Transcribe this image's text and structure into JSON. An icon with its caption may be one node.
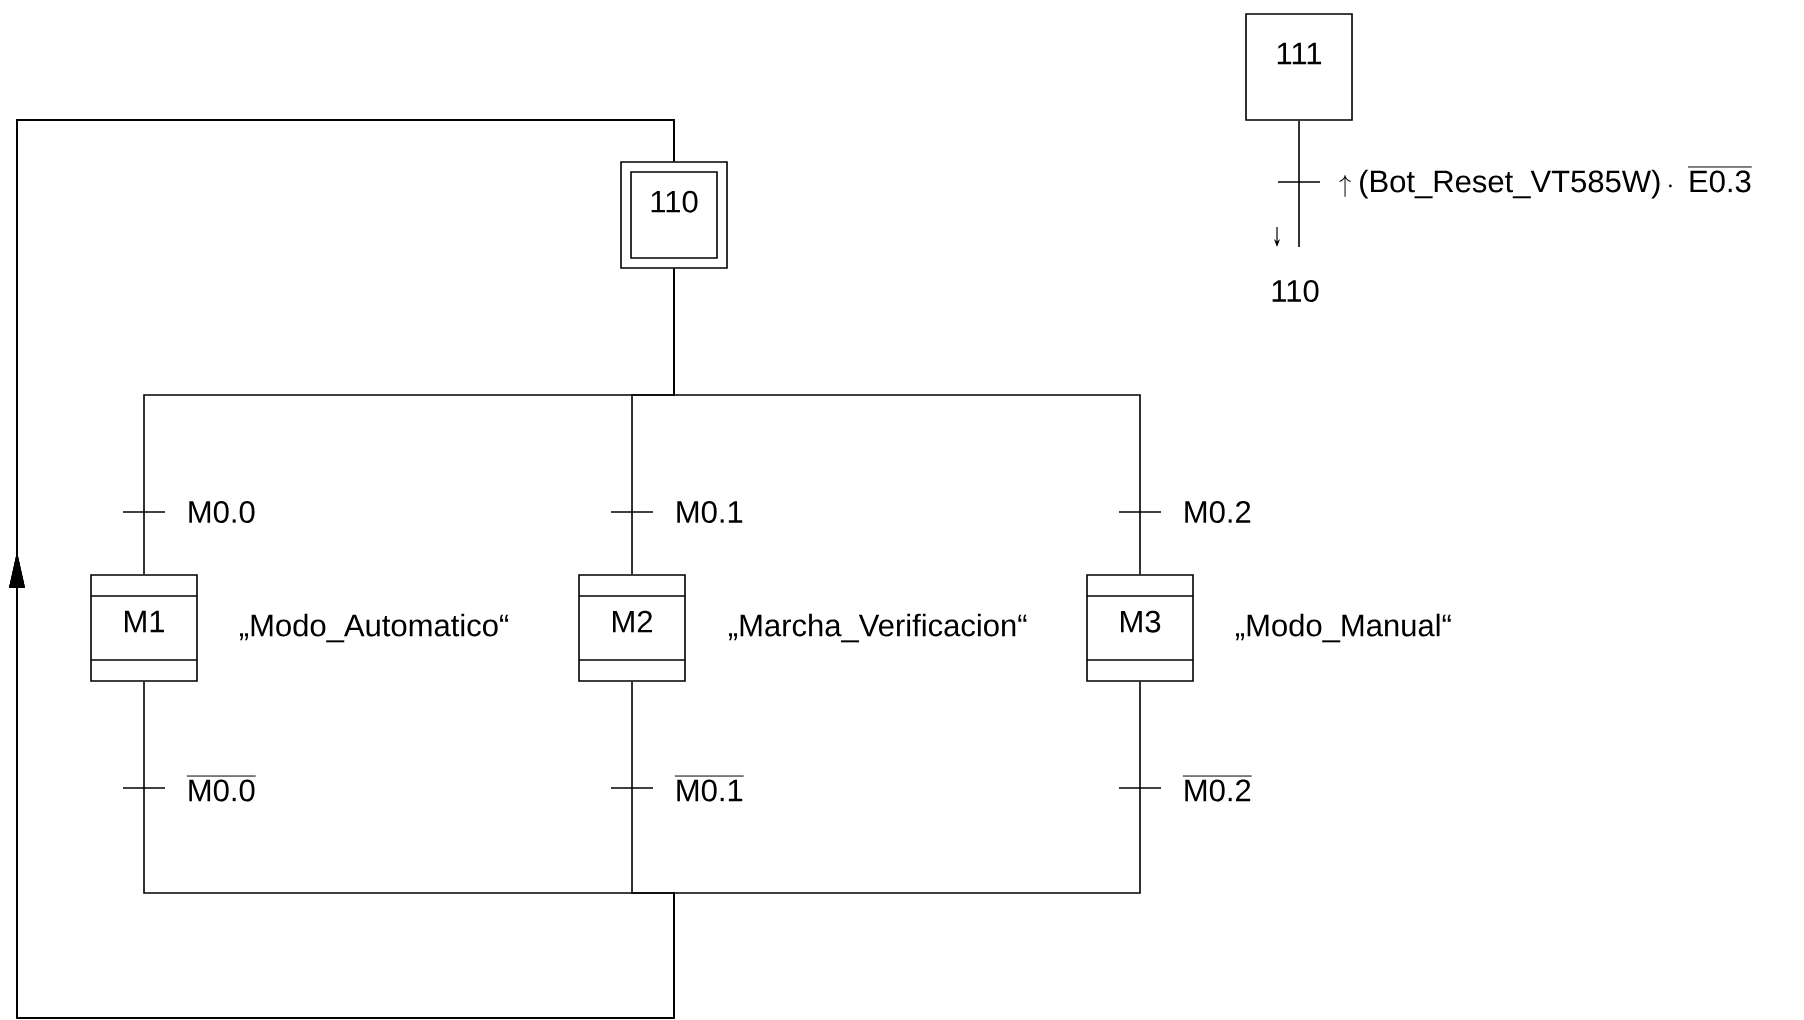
{
  "diagram": {
    "nodes": [
      {
        "text": [
          "110"
        ]
      },
      {
        "text": [
          "111"
        ]
      },
      {
        "text": [
          "M1"
        ],
        "beside": [
          "„Modo_Automatico“"
        ]
      },
      {
        "text": [
          "M2"
        ],
        "beside": [
          "„Marcha_Verificacion“"
        ]
      },
      {
        "text": [
          "M3"
        ],
        "beside": [
          "„Modo_Manual“"
        ]
      }
    ],
    "edges": [
      {
        "from": 0,
        "to": 2,
        "arrow": "none",
        "label": "\\text{M0.0}"
      },
      {
        "from": 0,
        "to": 3,
        "arrow": "none",
        "label": "\\text{M0.1}"
      },
      {
        "from": 0,
        "to": 4,
        "arrow": "none",
        "label": "\\text{M0.2}"
      },
      {
        "from": 2,
        "to": 0,
        "arrow": "to",
        "label": "\\overline{\\text{M0.0}}"
      },
      {
        "from": 3,
        "to": 0,
        "arrow": "to",
        "label": "\\overline{\\text{M0.1}}"
      },
      {
        "from": 4,
        "to": 0,
        "arrow": "to",
        "label": "\\overline{\\text{M0.2}}"
      },
      {
        "from": 1,
        "to": null,
        "arrow": "none",
        "label": "\\uparrow\\text{(Bot\\_Reset\\_VT585W)}\\cdot\\ \\overline{\\text{E0.3}}"
      }
    ],
    "labels": [
      "110"
    ]
  }
}
